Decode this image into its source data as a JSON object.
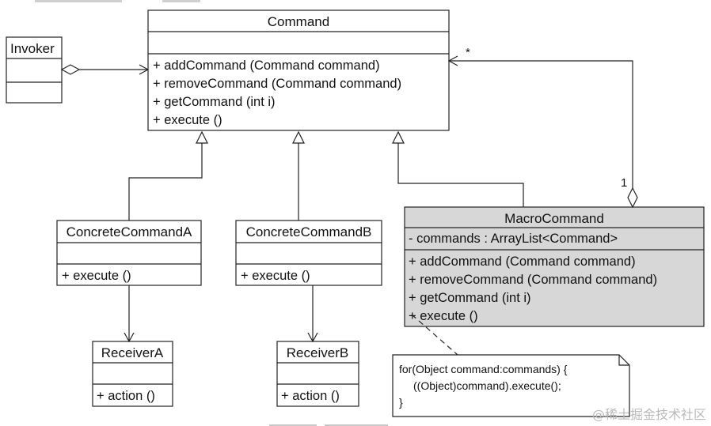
{
  "classes": {
    "command": {
      "name": "Command",
      "methods": [
        "+ addCommand (Command command)",
        "+ removeCommand (Command command)",
        "+ getCommand (int i)",
        "+ execute ()"
      ]
    },
    "invoker": {
      "name": "Invoker"
    },
    "concrete_a": {
      "name": "ConcreteCommandA",
      "methods": [
        "+ execute ()"
      ]
    },
    "concrete_b": {
      "name": "ConcreteCommandB",
      "methods": [
        "+ execute ()"
      ]
    },
    "macro": {
      "name": "MacroCommand",
      "attributes": [
        "- commands : ArrayList<Command>"
      ],
      "methods": [
        "+ addCommand (Command command)",
        "+ removeCommand (Command command)",
        "+ getCommand (int i)",
        "+ execute ()"
      ]
    },
    "receiver_a": {
      "name": "ReceiverA",
      "methods": [
        "+ action ()"
      ]
    },
    "receiver_b": {
      "name": "ReceiverB",
      "methods": [
        "+ action ()"
      ]
    }
  },
  "note": {
    "lines": [
      "for(Object command:commands) {",
      "((Object)command).execute();",
      "}"
    ]
  },
  "multiplicities": {
    "many": "*",
    "one": "1"
  },
  "watermark": "@稀土掘金技术社区",
  "colors": {
    "macro_fill": "#d7d7d7",
    "line": "#222222",
    "watermark": "#b9b9b9"
  }
}
